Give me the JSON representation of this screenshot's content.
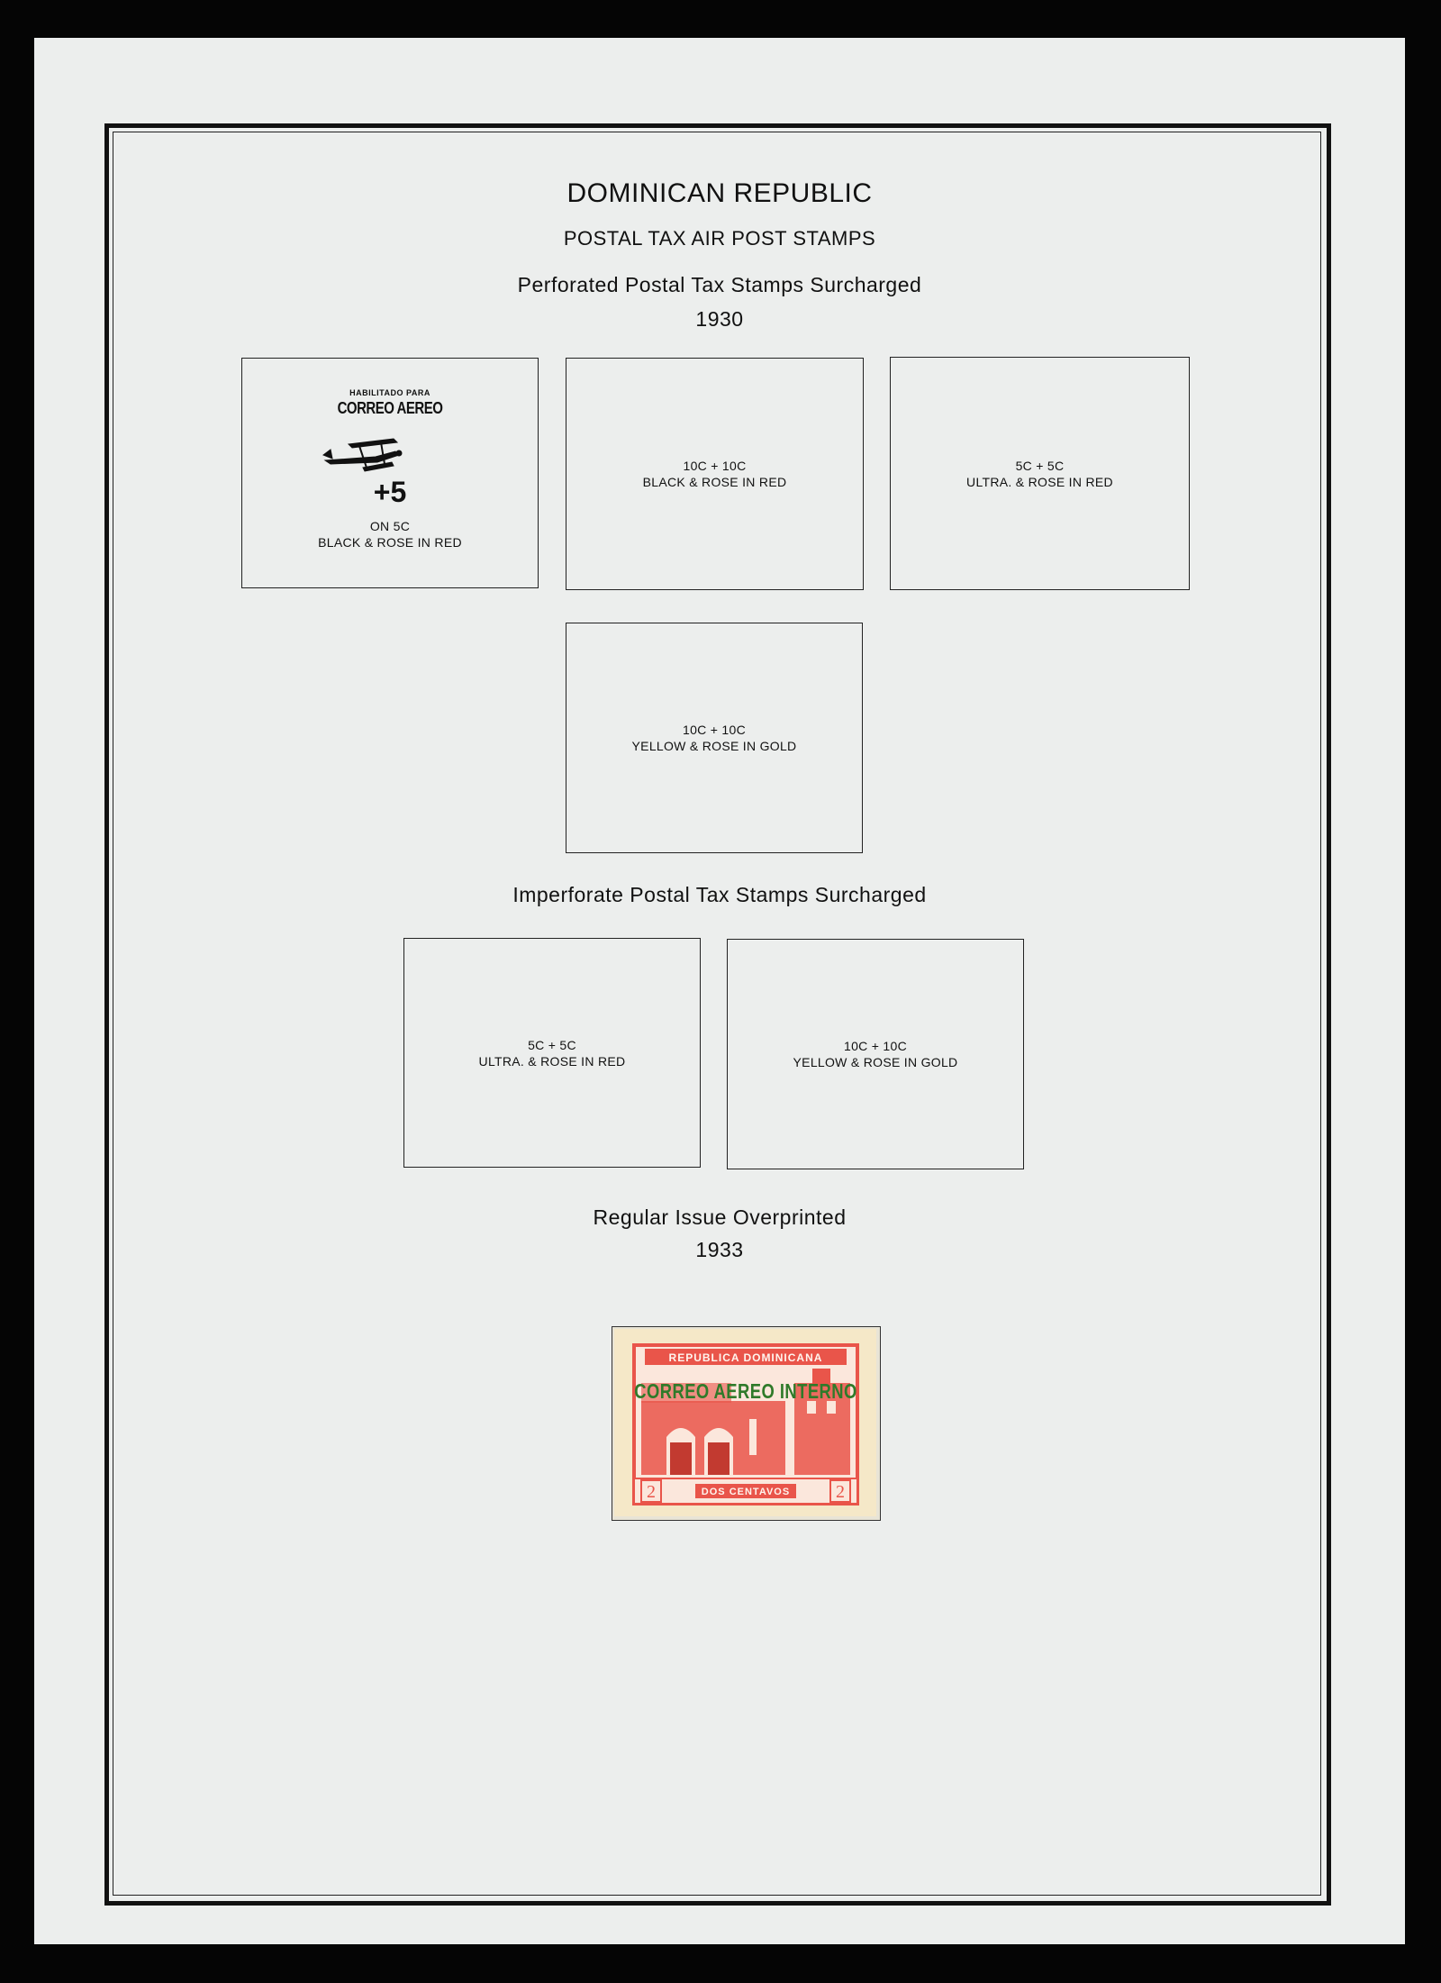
{
  "page": {
    "country": "DOMINICAN REPUBLIC",
    "section": "POSTAL TAX AIR POST STAMPS"
  },
  "groups": [
    {
      "title": "Perforated Postal Tax Stamps Surcharged",
      "year": "1930",
      "spaces": [
        {
          "overprint_line1": "HABILITADO PARA",
          "overprint_line2": "CORREO AEREO",
          "overprint_value": "+5",
          "line1": "ON 5C",
          "line2": "BLACK & ROSE IN RED"
        },
        {
          "line1": "10C + 10C",
          "line2": "BLACK & ROSE IN RED"
        },
        {
          "line1": "5C + 5C",
          "line2": "ULTRA. & ROSE IN RED"
        },
        {
          "line1": "10C + 10C",
          "line2": "YELLOW & ROSE IN GOLD"
        }
      ]
    },
    {
      "title": "Imperforate Postal Tax Stamps Surcharged",
      "spaces": [
        {
          "line1": "5C + 5C",
          "line2": "ULTRA. & ROSE IN RED"
        },
        {
          "line1": "10C + 10C",
          "line2": "YELLOW & ROSE IN GOLD"
        }
      ]
    },
    {
      "title": "Regular Issue Overprinted",
      "year": "1933",
      "stamp": {
        "top_text": "REPUBLICA DOMINICANA",
        "overprint": "CORREO AEREO INTERNO",
        "bottom_text": "DOS CENTAVOS",
        "value": "2",
        "colors": {
          "frame": "#e9554a",
          "overprint": "#2f7a2a",
          "paper": "#f5e8c8"
        }
      }
    }
  ]
}
